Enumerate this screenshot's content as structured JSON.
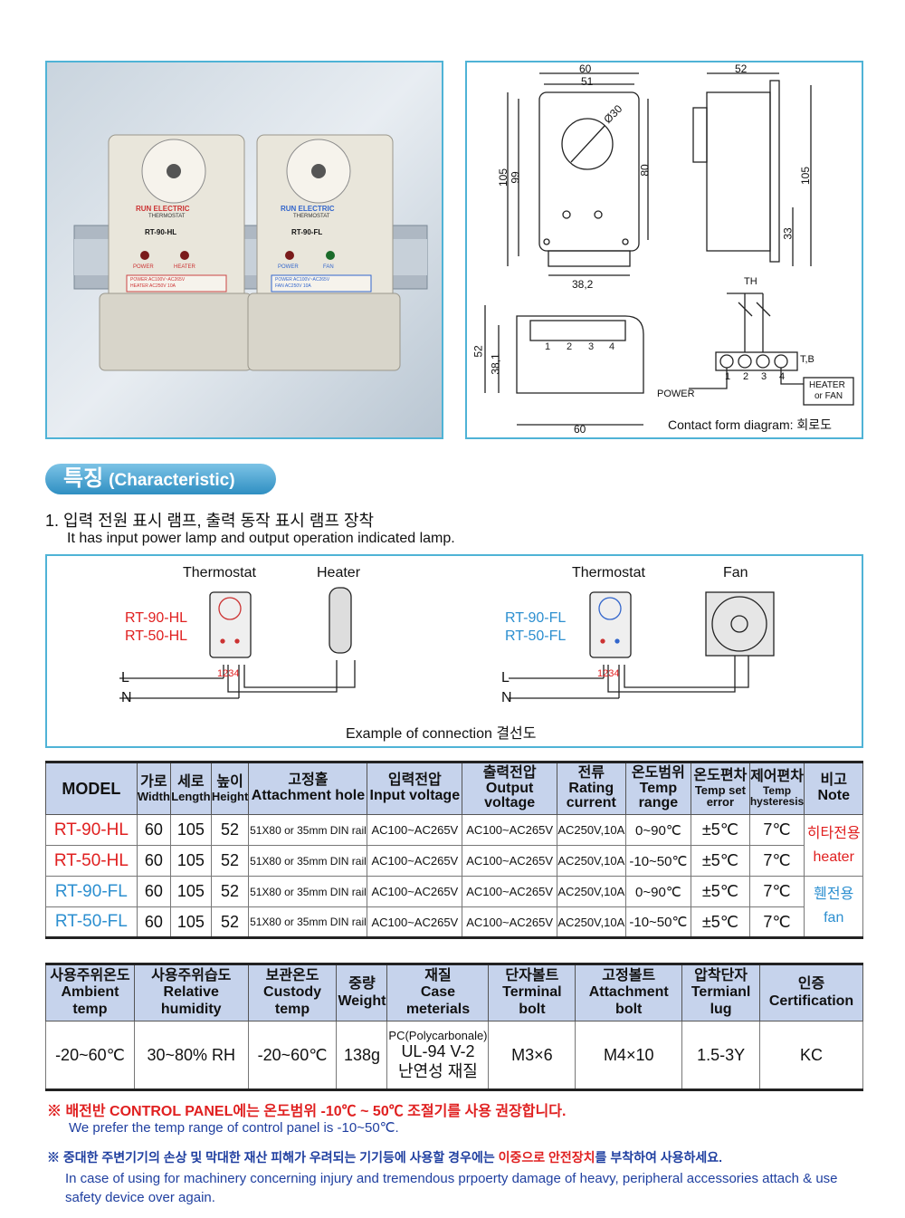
{
  "product_photo": {
    "unit_left": {
      "brand": "RUN ELECTRIC",
      "sub": "THERMOSTAT",
      "model": "RT-90-HL",
      "lamp1": "POWER",
      "lamp2": "HEATER",
      "rating1": "POWER AC100V~AC265V",
      "rating2": "HEATER AC250V 10A"
    },
    "unit_right": {
      "brand": "RUN ELECTRIC",
      "sub": "THERMOSTAT",
      "model": "RT-90-FL",
      "lamp1": "POWER",
      "lamp2": "FAN",
      "rating1": "POWER AC100V~AC265V",
      "rating2": "FAN AC250V 10A"
    }
  },
  "drawing": {
    "dims": {
      "w60": "60",
      "w51": "51",
      "d30": "Ø30",
      "h105": "105",
      "h99": "99",
      "h80": "80",
      "w38": "38,2",
      "side52": "52",
      "side105": "105",
      "side33": "33",
      "bot52": "52",
      "bot38": "38,1",
      "bot60": "60"
    },
    "terminals": [
      "1",
      "2",
      "3",
      "4"
    ],
    "th": "TH",
    "tb": "T,B",
    "power": "POWER",
    "heater_fan": [
      "HEATER",
      "or FAN"
    ],
    "caption": "Contact form diagram",
    "caption_ko": ": 회로도"
  },
  "characteristic": {
    "title_ko": "특징",
    "title_en": "(Characteristic)",
    "item1_ko": "1. 입력 전원 표시 램프, 출력 동작 표시 램프 장착",
    "item1_en": "It has input power lamp and output operation indicated lamp."
  },
  "connection": {
    "left": {
      "device": "Thermostat",
      "load": "Heater",
      "models": [
        "RT-90-HL",
        "RT-50-HL"
      ]
    },
    "right": {
      "device": "Thermostat",
      "load": "Fan",
      "models": [
        "RT-90-FL",
        "RT-50-FL"
      ]
    },
    "terminals": "1234",
    "L": "L",
    "N": "N",
    "caption": "Example of connection 결선도"
  },
  "spec_table": {
    "headers": [
      {
        "ko": "",
        "en": "MODEL"
      },
      {
        "ko": "가로",
        "en": "Width"
      },
      {
        "ko": "세로",
        "en": "Length"
      },
      {
        "ko": "높이",
        "en": "Height"
      },
      {
        "ko": "고정홀",
        "en": "Attachment hole"
      },
      {
        "ko": "입력전압",
        "en": "Input voltage"
      },
      {
        "ko": "출력전압",
        "en": "Output voltage"
      },
      {
        "ko": "전류",
        "en": "Rating current"
      },
      {
        "ko": "온도범위",
        "en": "Temp range"
      },
      {
        "ko": "온도편차",
        "en": "Temp set error"
      },
      {
        "ko": "제어편차",
        "en": "Temp hysteresis"
      },
      {
        "ko": "비고",
        "en": "Note"
      }
    ],
    "rows": [
      {
        "model": "RT-90-HL",
        "w": "60",
        "l": "105",
        "h": "52",
        "hole": "51X80 or 35mm DIN rail",
        "in": "AC100~AC265V",
        "out": "AC100~AC265V",
        "cur": "AC250V,10A",
        "range": "0~90℃",
        "err": "±5℃",
        "hys": "7℃"
      },
      {
        "model": "RT-50-HL",
        "w": "60",
        "l": "105",
        "h": "52",
        "hole": "51X80 or 35mm DIN rail",
        "in": "AC100~AC265V",
        "out": "AC100~AC265V",
        "cur": "AC250V,10A",
        "range": "-10~50℃",
        "err": "±5℃",
        "hys": "7℃"
      },
      {
        "model": "RT-90-FL",
        "w": "60",
        "l": "105",
        "h": "52",
        "hole": "51X80 or 35mm DIN rail",
        "in": "AC100~AC265V",
        "out": "AC100~AC265V",
        "cur": "AC250V,10A",
        "range": "0~90℃",
        "err": "±5℃",
        "hys": "7℃"
      },
      {
        "model": "RT-50-FL",
        "w": "60",
        "l": "105",
        "h": "52",
        "hole": "51X80 or 35mm DIN rail",
        "in": "AC100~AC265V",
        "out": "AC100~AC265V",
        "cur": "AC250V,10A",
        "range": "-10~50℃",
        "err": "±5℃",
        "hys": "7℃"
      }
    ],
    "note_heater": [
      "히타전용",
      "heater"
    ],
    "note_fan": [
      "휀전용",
      "fan"
    ]
  },
  "env_table": {
    "headers": [
      {
        "ko": "사용주위온도",
        "en": "Ambient temp"
      },
      {
        "ko": "사용주위습도",
        "en": "Relative humidity"
      },
      {
        "ko": "보관온도",
        "en": "Custody temp"
      },
      {
        "ko": "중량",
        "en": "Weight"
      },
      {
        "ko": "재질",
        "en": "Case meterials"
      },
      {
        "ko": "단자볼트",
        "en": "Terminal bolt"
      },
      {
        "ko": "고정볼트",
        "en": "Attachment bolt"
      },
      {
        "ko": "압착단자",
        "en": "Termianl lug"
      },
      {
        "ko": "인증",
        "en": "Certification"
      }
    ],
    "values": [
      "-20~60℃",
      "30~80% RH",
      "-20~60℃",
      "138g",
      "",
      "M3×6",
      "M4×10",
      "1.5-3Y",
      "KC"
    ],
    "material": [
      "PC(Polycarbonale)",
      "UL-94 V-2",
      "난연성 재질"
    ]
  },
  "notes": {
    "n1_ko": "※ 배전반 CONTROL PANEL에는 온도범위 -10℃ ~ 50℃ 조절기를 사용 권장합니다.",
    "n1_en": "We prefer the temp range of control panel is -10~50℃.",
    "n2_ko_a": "※ 중대한 주변기기의 손상 및 막대한 재산 피해가 우려되는 기기등에 사용할 경우에는 ",
    "n2_ko_b": "이중으로 안전장치",
    "n2_ko_c": "를 부착하여 사용하세요.",
    "n2_en": "In case of using for machinery concerning injury and tremendous prpoerty damage of heavy, peripheral accessories attach & use safety device over again."
  },
  "colors": {
    "accent": "#4fb3d6",
    "header_bg": "#c6d3ec",
    "red": "#e02020",
    "blue": "#2c8fd0"
  }
}
